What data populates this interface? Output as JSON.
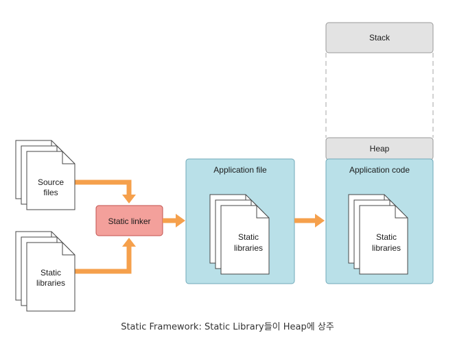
{
  "labels": {
    "source_files_line1": "Source",
    "source_files_line2": "files",
    "static_libraries_line1": "Static",
    "static_libraries_line2": "libraries",
    "static_linker": "Static linker",
    "application_file": "Application file",
    "app_file_libraries_line1": "Static",
    "app_file_libraries_line2": "libraries",
    "stack": "Stack",
    "heap": "Heap",
    "application_code": "Application code",
    "app_code_libraries_line1": "Static",
    "app_code_libraries_line2": "libraries"
  },
  "caption": "Static Framework: Static Library들이 Heap에 상주",
  "colors": {
    "arrow": "#f5a04c",
    "linker_fill": "#f3a09b",
    "linker_stroke": "#c0504d",
    "app_fill": "#b9e0e8",
    "app_stroke": "#6fa8b8",
    "gray_fill": "#e3e3e3",
    "gray_stroke": "#9a9a9a",
    "doc_stroke": "#444444"
  }
}
